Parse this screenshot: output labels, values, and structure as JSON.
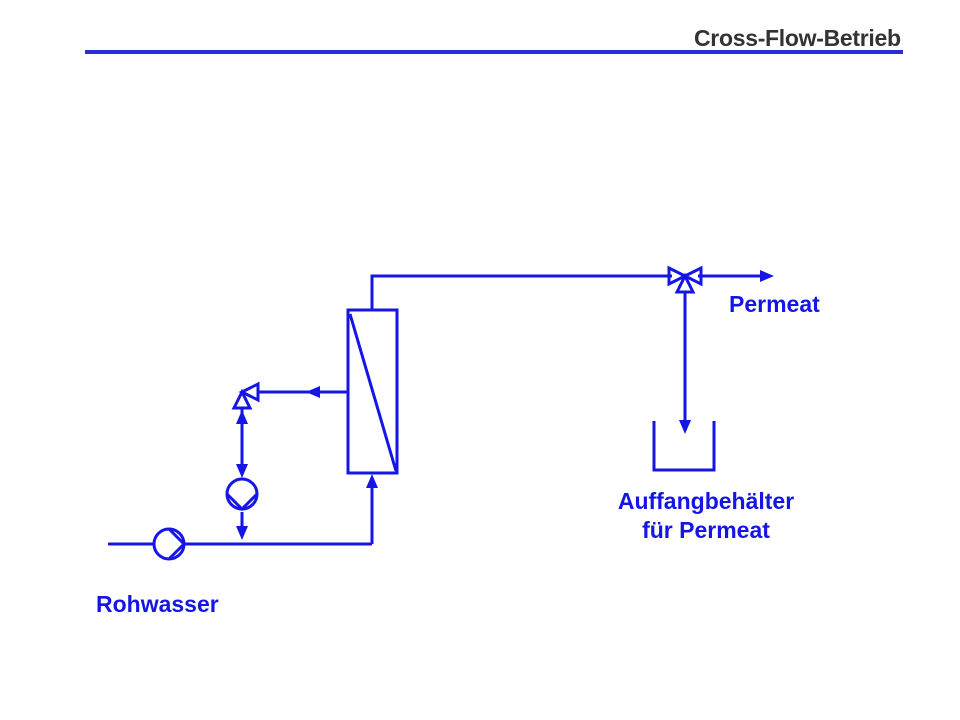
{
  "slide": {
    "title": "Cross-Flow-Betrieb"
  },
  "diagram": {
    "labels": {
      "permeat": "Permeat",
      "raw_water": "Rohwasser",
      "tank_line1": "Auffangbehälter",
      "tank_line2": "für Permeat"
    }
  },
  "colors": {
    "line": "#1515e6",
    "title_text": "#333333",
    "header_rule": "#2b2bd8",
    "background": "#ffffff"
  },
  "icons": [
    "pump-symbol",
    "three-way-valve-symbol",
    "membrane-module-symbol",
    "collection-tank-symbol",
    "flow-arrow"
  ]
}
